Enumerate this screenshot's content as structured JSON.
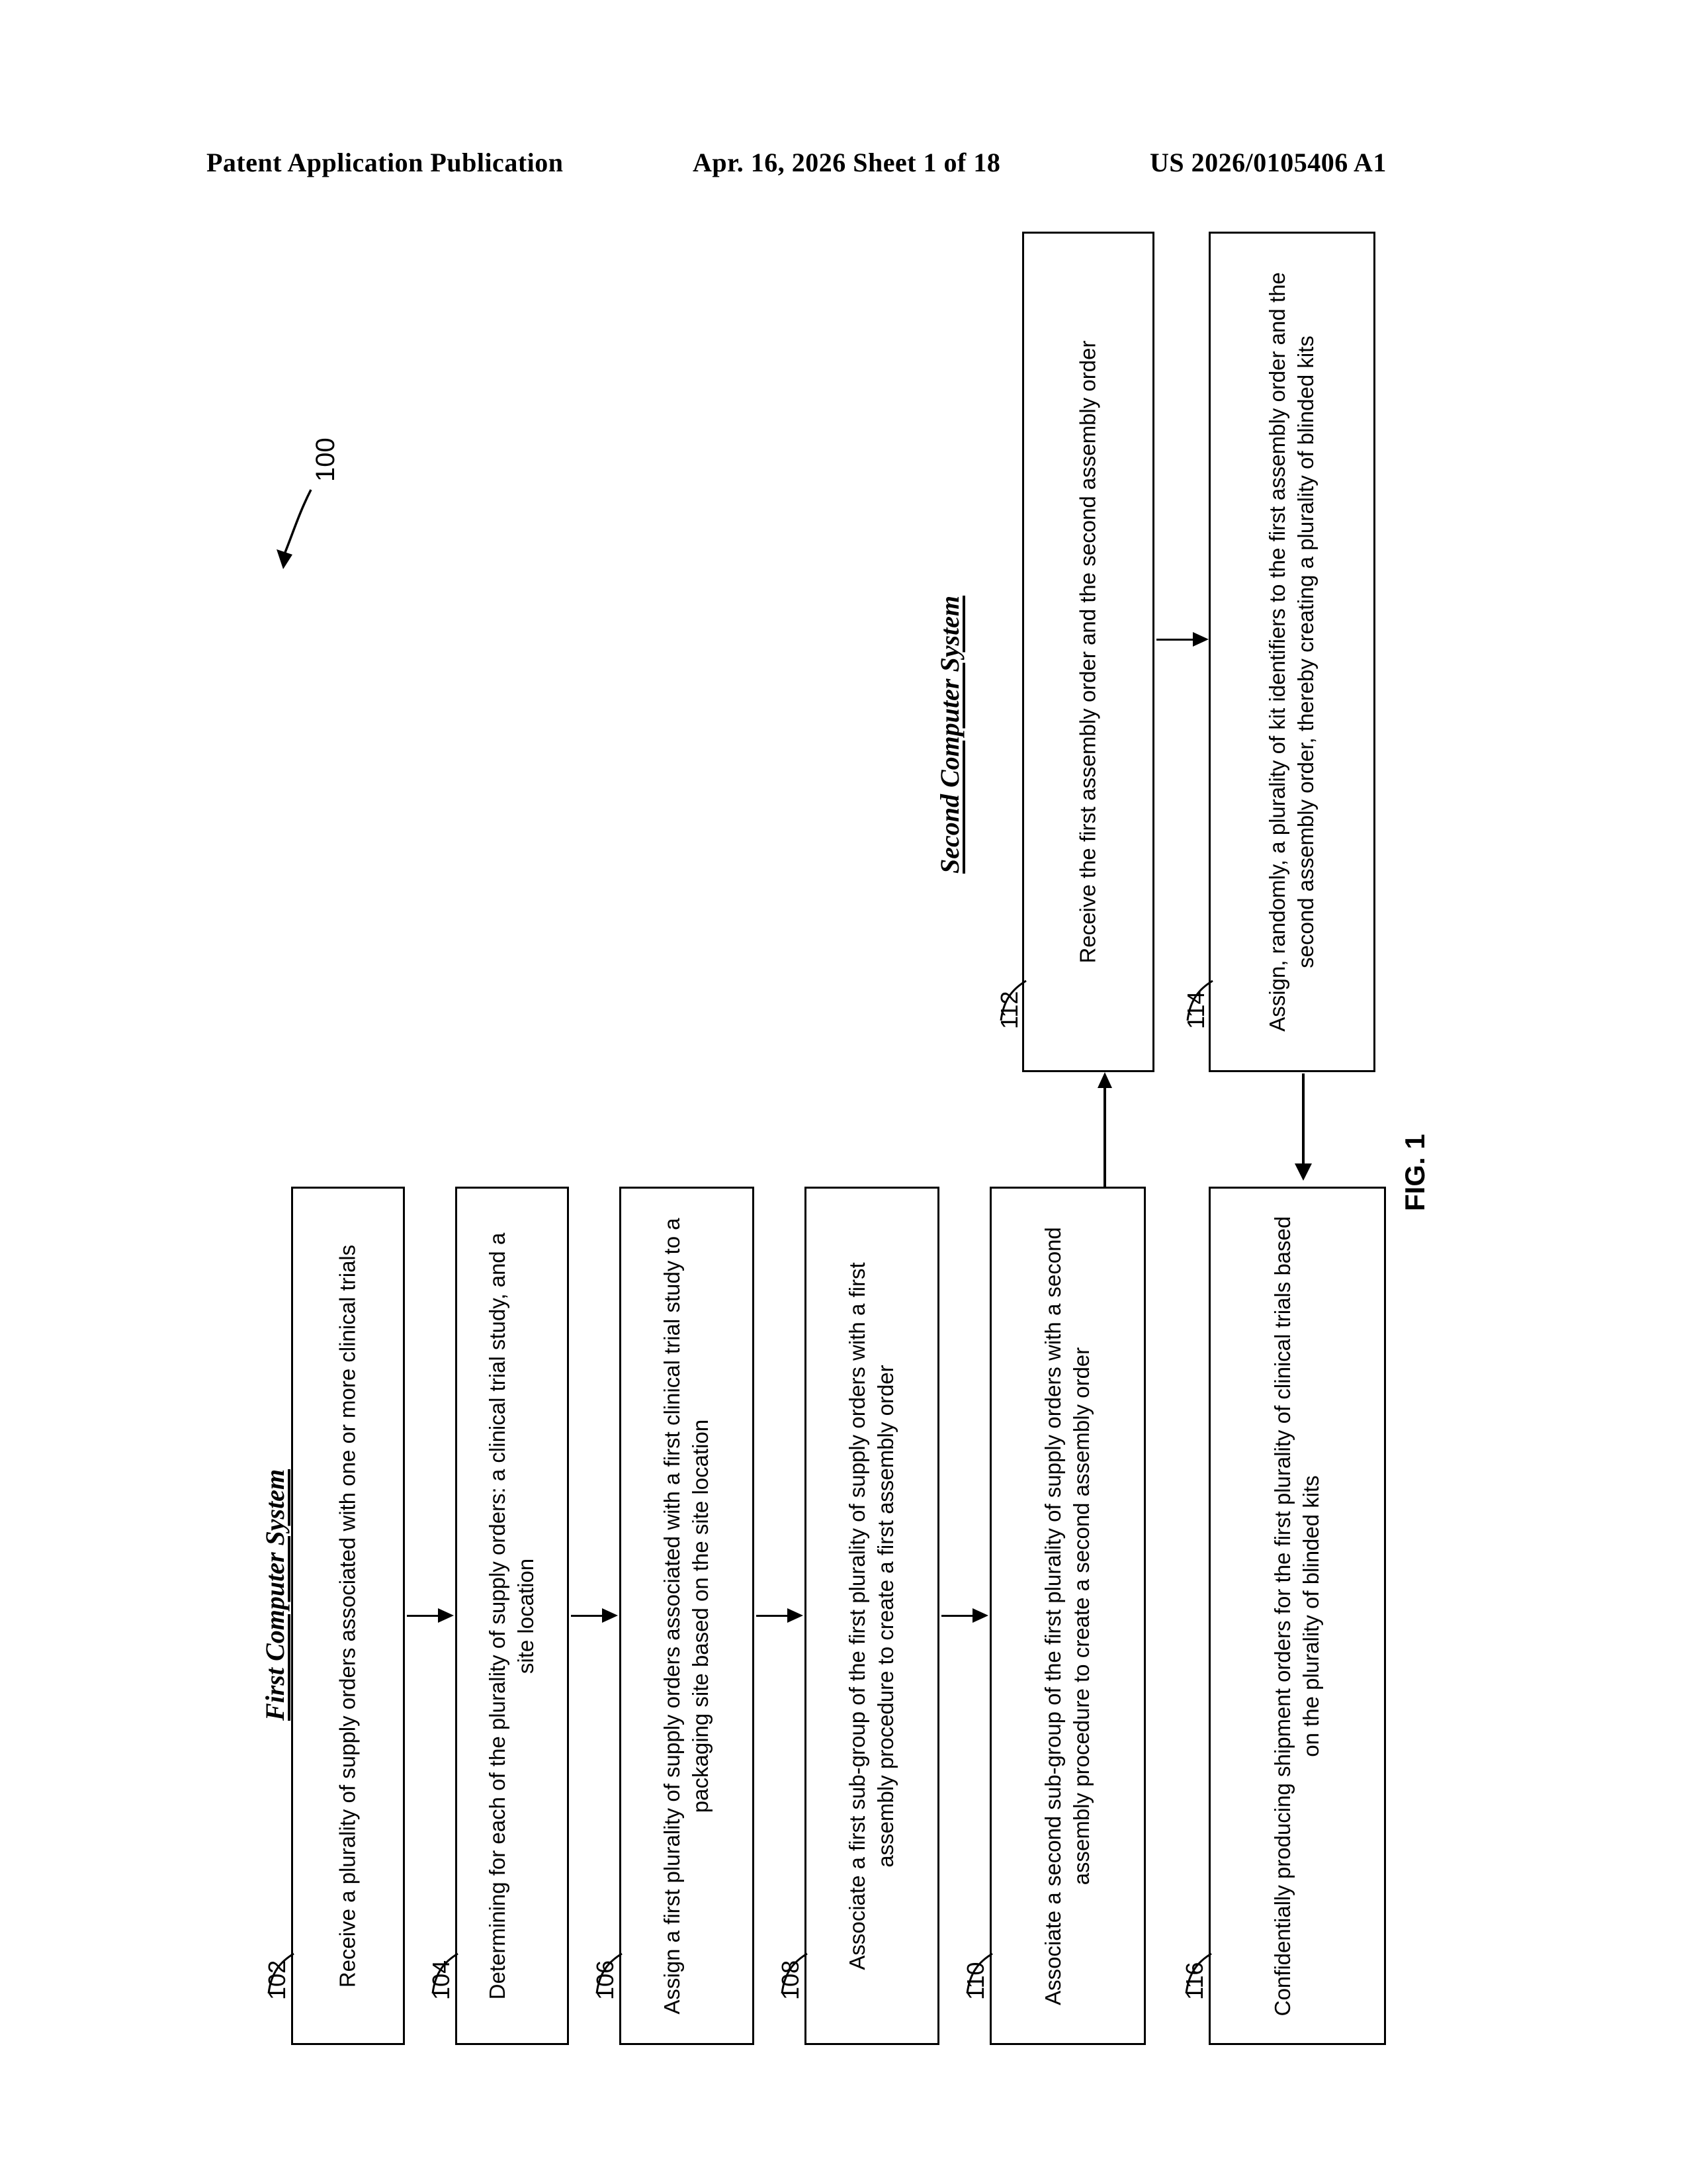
{
  "header": {
    "publication": "Patent Application Publication",
    "date_sheet": "Apr. 16, 2026  Sheet 1 of 18",
    "patent_number": "US 2026/0105406 A1"
  },
  "figure": {
    "caption": "FIG. 1",
    "system_reference": "100",
    "sections": [
      {
        "id": "first-computer-system",
        "label": "First Computer System"
      },
      {
        "id": "second-computer-system",
        "label": "Second Computer System"
      }
    ],
    "boxes": [
      {
        "ref": "102",
        "text": "Receive a plurality of supply orders associated with one or more clinical trials"
      },
      {
        "ref": "104",
        "text": "Determining for each of the plurality of supply orders: a clinical trial study, and a site location"
      },
      {
        "ref": "106",
        "text": "Assign a first plurality of supply orders associated with a first clinical trial study to a packaging site based on the site location"
      },
      {
        "ref": "108",
        "text": "Associate a first sub-group of the first plurality of supply orders with a first assembly procedure to create a first assembly order"
      },
      {
        "ref": "110",
        "text": "Associate a second sub-group of the first plurality of supply orders with a second assembly procedure to create a second assembly order"
      },
      {
        "ref": "112",
        "text": "Receive the first assembly order and the second assembly order"
      },
      {
        "ref": "114",
        "text": "Assign, randomly, a plurality of kit identifiers to the first assembly order and the second assembly order, thereby creating a plurality of blinded kits"
      },
      {
        "ref": "116",
        "text": "Confidentially producing shipment orders for the first plurality of clinical trials based on the plurality of blinded kits"
      }
    ]
  }
}
